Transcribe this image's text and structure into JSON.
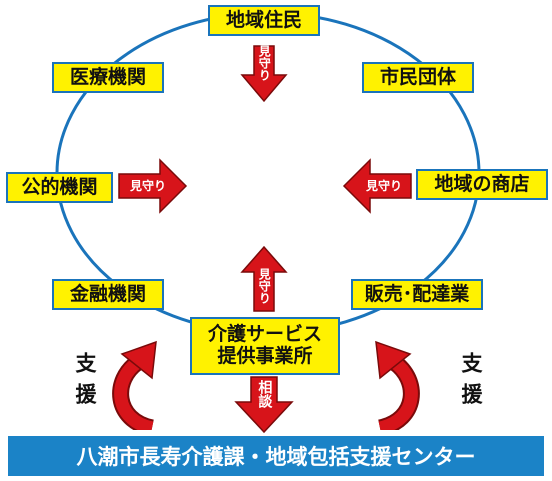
{
  "diagram": {
    "nodes": {
      "top": "地域住民",
      "upper_left": "医療機関",
      "upper_right": "市民団体",
      "left": "公的機関",
      "right": "地域の商店",
      "lower_left": "金融機関",
      "lower_right": "販売･配達業",
      "center_line1": "介護サービス",
      "center_line2": "提供事業所"
    },
    "arrows": {
      "top_down": "見守り",
      "left_right": "見守り",
      "right_left": "見守り",
      "bottom_up": "見守り",
      "consult_down": "相談"
    },
    "support_left": "支援",
    "support_right": "支援",
    "banner": "八潮市長寿介護課・地域包括支援センター"
  },
  "colors": {
    "node_fill": "#fff200",
    "node_border": "#1a74bb",
    "ring": "#1a74bb",
    "arrow_fill": "#d7141a",
    "arrow_border": "#7a0a0a",
    "banner": "#1b83c7"
  }
}
